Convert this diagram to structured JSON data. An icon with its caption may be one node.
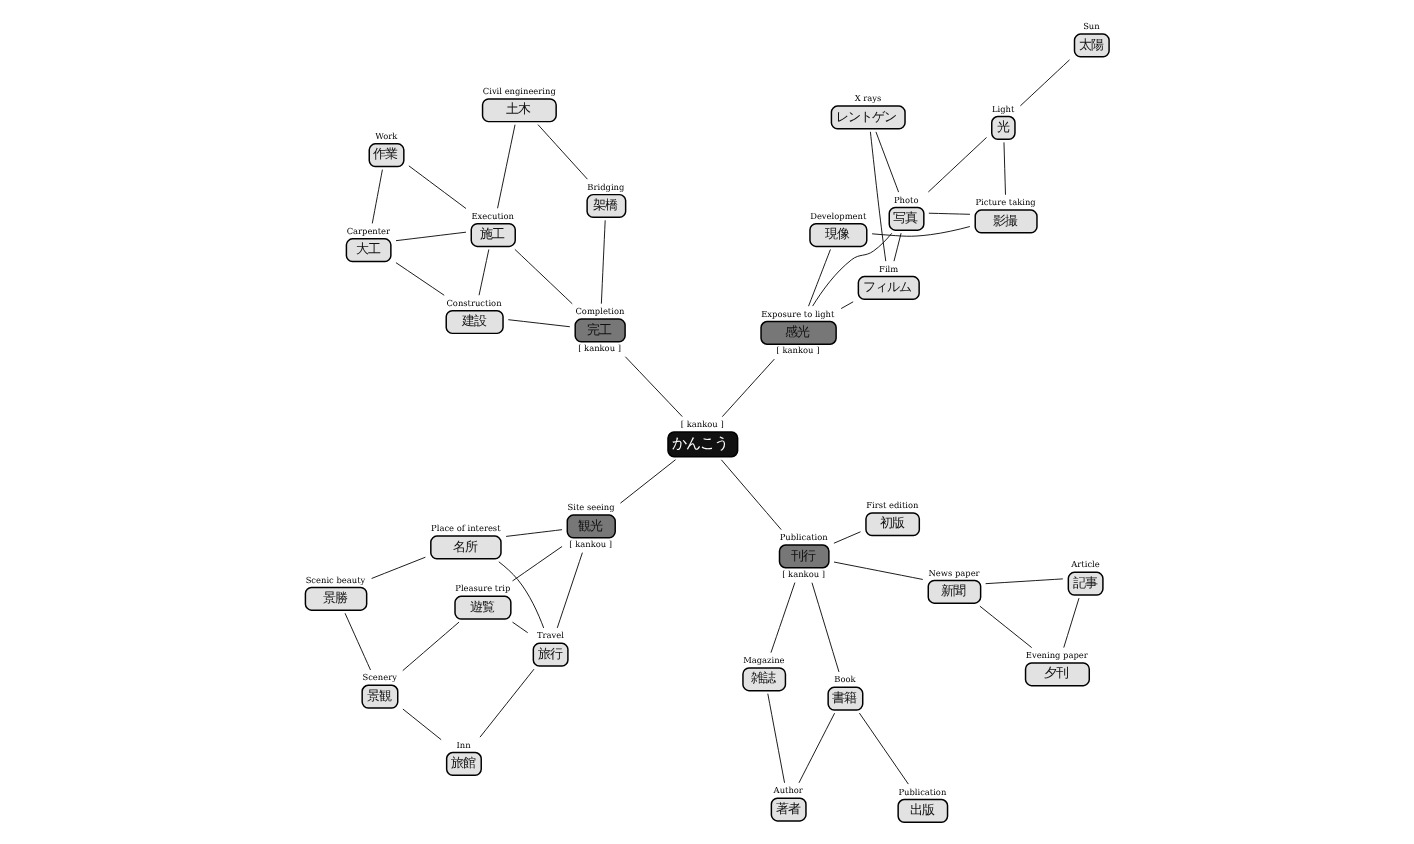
{
  "diagram": {
    "nodes": [
      {
        "text": [
          "かんこう"
        ],
        "beside": [
          "[ kankou ]"
        ]
      },
      {
        "text": [
          "景観"
        ],
        "beside": [
          "Scenery"
        ]
      },
      {
        "text": [
          "旅館"
        ],
        "beside": [
          "Inn"
        ]
      },
      {
        "text": [
          "景勝"
        ],
        "beside": [
          "Scenic beauty"
        ]
      },
      {
        "text": [
          "遊覧"
        ],
        "beside": [
          "Pleasure trip"
        ]
      },
      {
        "text": [
          "旅行"
        ],
        "beside": [
          "Travel"
        ]
      },
      {
        "text": [
          "名所"
        ],
        "beside": [
          "Place of interest"
        ]
      },
      {
        "text": [
          "観光"
        ],
        "beside": [
          "Site seeing",
          "[ kankou ]"
        ]
      },
      {
        "text": [
          "著者"
        ],
        "beside": [
          "Author"
        ]
      },
      {
        "text": [
          "出版"
        ],
        "beside": [
          "Publication"
        ]
      },
      {
        "text": [
          "夕刊"
        ],
        "beside": [
          "Evening paper"
        ]
      },
      {
        "text": [
          "雑誌"
        ],
        "beside": [
          "Magazine"
        ]
      },
      {
        "text": [
          "書籍"
        ],
        "beside": [
          "Book"
        ]
      },
      {
        "text": [
          "新聞"
        ],
        "beside": [
          "News paper"
        ]
      },
      {
        "text": [
          "記事"
        ],
        "beside": [
          "Article"
        ]
      },
      {
        "text": [
          "刊行"
        ],
        "beside": [
          "Publication",
          "[ kankou ]"
        ]
      },
      {
        "text": [
          "初版"
        ],
        "beside": [
          "First edition"
        ]
      },
      {
        "text": [
          "建設"
        ],
        "beside": [
          "Construction"
        ]
      },
      {
        "text": [
          "完工"
        ],
        "beside": [
          "Completion",
          "[ kankou ]"
        ]
      },
      {
        "text": [
          "大工"
        ],
        "beside": [
          "Carpenter"
        ]
      },
      {
        "text": [
          "施工"
        ],
        "beside": [
          "Execution"
        ]
      },
      {
        "text": [
          "架橋"
        ],
        "beside": [
          "Bridging"
        ]
      },
      {
        "text": [
          "作業"
        ],
        "beside": [
          "Work"
        ]
      },
      {
        "text": [
          "土木"
        ],
        "beside": [
          "Civil engineering"
        ]
      },
      {
        "text": [
          "感光"
        ],
        "beside": [
          "Exposure to light",
          "[ kankou ]"
        ]
      },
      {
        "text": [
          "フィルム"
        ],
        "beside": [
          "Film"
        ]
      },
      {
        "text": [
          "現像"
        ],
        "beside": [
          "Development"
        ]
      },
      {
        "text": [
          "写真"
        ],
        "beside": [
          "Photo"
        ]
      },
      {
        "text": [
          "レントゲン"
        ],
        "beside": [
          "X rays"
        ]
      },
      {
        "text": [
          "影撮"
        ],
        "beside": [
          "Picture taking"
        ]
      },
      {
        "text": [
          "光"
        ],
        "beside": [
          "Light"
        ]
      },
      {
        "text": [
          "太陽"
        ],
        "beside": [
          "Sun"
        ]
      }
    ],
    "edges": [
      {
        "from": 1,
        "to": 2,
        "arrow": "none"
      },
      {
        "from": 1,
        "to": 3,
        "arrow": "none"
      },
      {
        "from": 1,
        "to": 4,
        "arrow": "none"
      },
      {
        "from": 2,
        "to": 5,
        "arrow": "none"
      },
      {
        "from": 4,
        "to": 5,
        "arrow": "none"
      },
      {
        "from": 4,
        "to": 7,
        "arrow": "none"
      },
      {
        "from": 3,
        "to": 6,
        "arrow": "none"
      },
      {
        "from": 6,
        "to": 5,
        "arrow": "none"
      },
      {
        "from": 6,
        "to": 7,
        "arrow": "none"
      },
      {
        "from": 5,
        "to": 7,
        "arrow": "none"
      },
      {
        "from": 7,
        "to": 0,
        "arrow": "none"
      },
      {
        "from": 8,
        "to": 11,
        "arrow": "none"
      },
      {
        "from": 8,
        "to": 12,
        "arrow": "none"
      },
      {
        "from": 12,
        "to": 9,
        "arrow": "none"
      },
      {
        "from": 12,
        "to": 15,
        "arrow": "none"
      },
      {
        "from": 11,
        "to": 15,
        "arrow": "none"
      },
      {
        "from": 15,
        "to": 13,
        "arrow": "none"
      },
      {
        "from": 15,
        "to": 16,
        "arrow": "none"
      },
      {
        "from": 13,
        "to": 10,
        "arrow": "none"
      },
      {
        "from": 13,
        "to": 14,
        "arrow": "none"
      },
      {
        "from": 10,
        "to": 14,
        "arrow": "none"
      },
      {
        "from": 15,
        "to": 0,
        "arrow": "none"
      },
      {
        "from": 0,
        "to": 18,
        "arrow": "none"
      },
      {
        "from": 17,
        "to": 18,
        "arrow": "none"
      },
      {
        "from": 17,
        "to": 19,
        "arrow": "none"
      },
      {
        "from": 17,
        "to": 20,
        "arrow": "none"
      },
      {
        "from": 20,
        "to": 19,
        "arrow": "none"
      },
      {
        "from": 20,
        "to": 18,
        "arrow": "none"
      },
      {
        "from": 18,
        "to": 21,
        "arrow": "none"
      },
      {
        "from": 19,
        "to": 22,
        "arrow": "none"
      },
      {
        "from": 22,
        "to": 20,
        "arrow": "none"
      },
      {
        "from": 20,
        "to": 23,
        "arrow": "none"
      },
      {
        "from": 23,
        "to": 21,
        "arrow": "none"
      },
      {
        "from": 0,
        "to": 24,
        "arrow": "none"
      },
      {
        "from": 24,
        "to": 25,
        "arrow": "none"
      },
      {
        "from": 24,
        "to": 26,
        "arrow": "none"
      },
      {
        "from": 24,
        "to": 27,
        "arrow": "none"
      },
      {
        "from": 27,
        "to": 25,
        "arrow": "none"
      },
      {
        "from": 25,
        "to": 28,
        "arrow": "none"
      },
      {
        "from": 27,
        "to": 28,
        "arrow": "none"
      },
      {
        "from": 27,
        "to": 29,
        "arrow": "none"
      },
      {
        "from": 27,
        "to": 30,
        "arrow": "none"
      },
      {
        "from": 26,
        "to": 29,
        "arrow": "none"
      },
      {
        "from": 29,
        "to": 30,
        "arrow": "none"
      },
      {
        "from": 30,
        "to": 31,
        "arrow": "none"
      }
    ]
  }
}
